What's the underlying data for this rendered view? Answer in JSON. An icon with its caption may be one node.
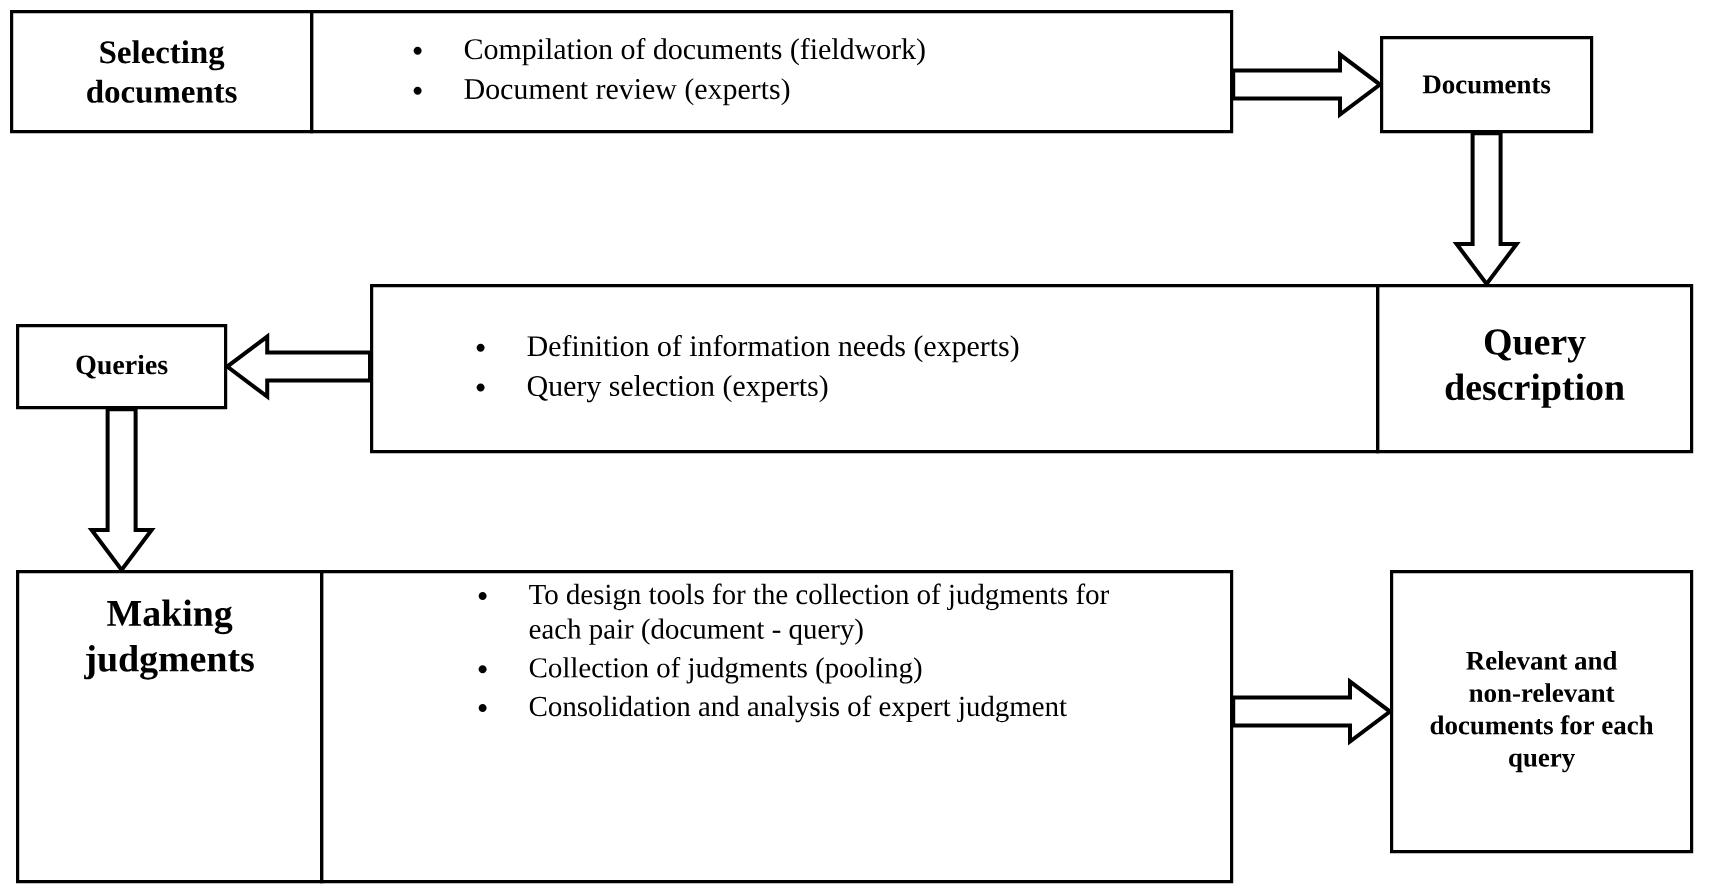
{
  "diagram": {
    "nodes": [
      {
        "text": [
          "Selecting documents"
        ]
      },
      {
        "text": [
          "Compilation of documents (fieldwork)",
          "Document review (experts)"
        ]
      },
      {
        "text": [
          "Documents"
        ]
      },
      {
        "text": [
          "Definition of information needs (experts)",
          "Query selection (experts)"
        ]
      },
      {
        "text": [
          "Query description"
        ]
      },
      {
        "text": [
          "Queries"
        ]
      },
      {
        "text": [
          "Making judgments"
        ]
      },
      {
        "text": [
          "To design tools  for the collection of judgments for each pair (document - query)",
          "Collection of judgments (pooling)",
          "Consolidation and analysis of expert judgment"
        ]
      },
      {
        "text": [
          "Relevant and non-relevant documents for each query"
        ]
      }
    ],
    "edges": [
      {
        "from": 1,
        "to": 2,
        "arrow": "to"
      },
      {
        "from": 2,
        "to": 4,
        "arrow": "to"
      },
      {
        "from": 3,
        "to": 5,
        "arrow": "to"
      },
      {
        "from": 5,
        "to": 6,
        "arrow": "to"
      },
      {
        "from": 7,
        "to": 8,
        "arrow": "to"
      }
    ]
  }
}
